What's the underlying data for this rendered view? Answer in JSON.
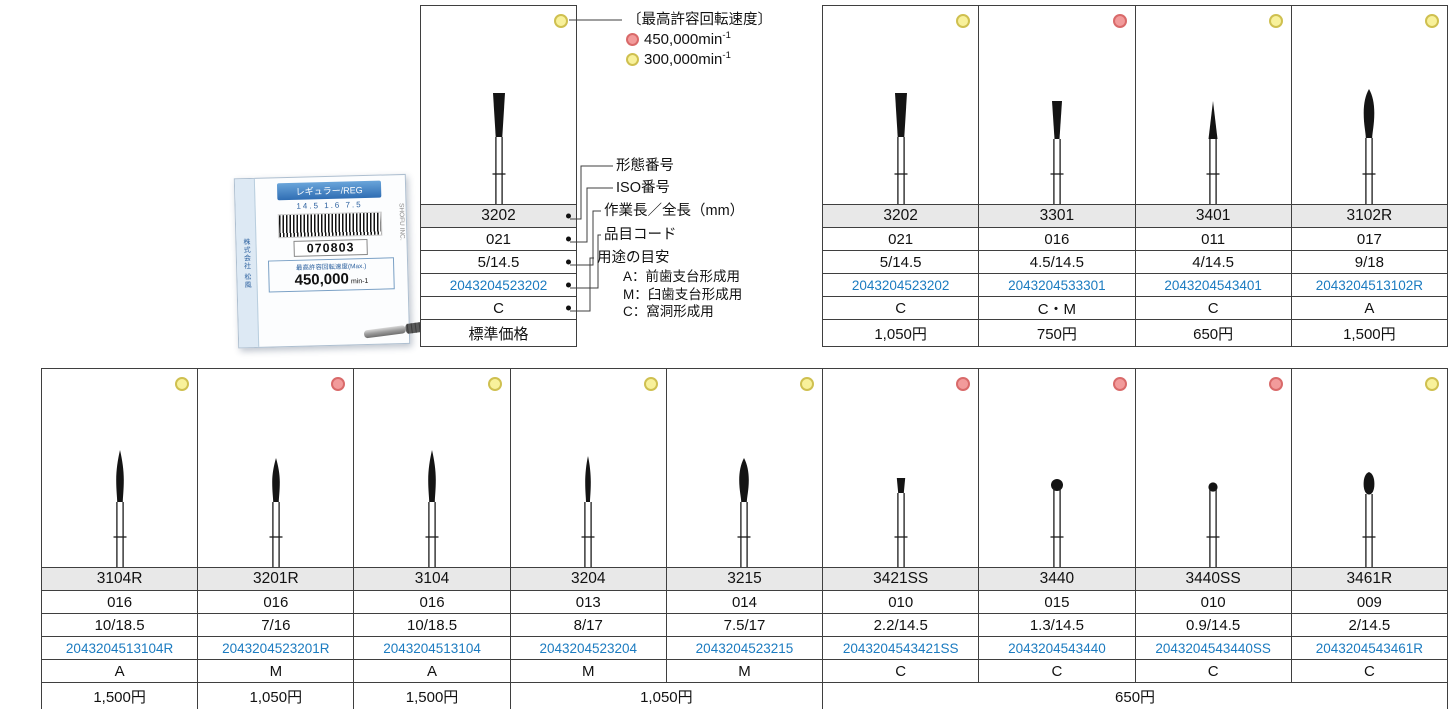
{
  "colors": {
    "red_dot": "#f29b9b",
    "yellow_dot": "#f8f19b",
    "code_blue": "#1b7bc0",
    "name_row_bg": "#e8e8e8"
  },
  "legend": {
    "speed_title": "〔最高許容回転速度〕",
    "speeds": [
      {
        "color": "red",
        "value": "450,000min",
        "exp": "-1"
      },
      {
        "color": "yellow",
        "value": "300,000min",
        "exp": "-1"
      }
    ],
    "labels": {
      "shape_no": "形態番号",
      "iso_no": "ISO番号",
      "length": "作業長／全長（mm）",
      "item_code": "品目コード",
      "usage": "用途の目安"
    },
    "usage_items": [
      "A：前歯支台形成用",
      "M：臼歯支台形成用",
      "C：窩洞形成用"
    ],
    "example": {
      "dot": "yellow",
      "shape": "taper-flat",
      "name": "3202",
      "iso": "021",
      "length": "5/14.5",
      "code": "2043204523202",
      "usage": "C",
      "price_label": "標準価格"
    }
  },
  "package": {
    "series_label": "レギュラー/REG",
    "sizes": "14.5 1.6 7.5",
    "lot": "070803",
    "speed_caption": "最高許容回転速度(Max.)",
    "speed_value": "450,000",
    "speed_unit": "min-1",
    "company": "株式会社 松風",
    "brand": "SHOFU INC."
  },
  "table_top": {
    "columns": [
      {
        "dot": "yellow",
        "shape": "taper-flat",
        "name": "3202",
        "iso": "021",
        "length": "5/14.5",
        "code": "2043204523202",
        "usage": "C",
        "price": "1,050円"
      },
      {
        "dot": "red",
        "shape": "taper-small",
        "name": "3301",
        "iso": "016",
        "length": "4.5/14.5",
        "code": "2043204533301",
        "usage": "C・M",
        "price": "750円"
      },
      {
        "dot": "yellow",
        "shape": "cone",
        "name": "3401",
        "iso": "011",
        "length": "4/14.5",
        "code": "2043204543401",
        "usage": "C",
        "price": "650円"
      },
      {
        "dot": "yellow",
        "shape": "flame-long",
        "name": "3102R",
        "iso": "017",
        "length": "9/18",
        "code": "2043204513102R",
        "usage": "A",
        "price": "1,500円"
      }
    ]
  },
  "table_bottom": {
    "columns": [
      {
        "dot": "yellow",
        "shape": "needle",
        "name": "3104R",
        "iso": "016",
        "length": "10/18.5",
        "code": "2043204513104R",
        "usage": "A"
      },
      {
        "dot": "red",
        "shape": "needle-short",
        "name": "3201R",
        "iso": "016",
        "length": "7/16",
        "code": "2043204523201R",
        "usage": "M"
      },
      {
        "dot": "yellow",
        "shape": "needle",
        "name": "3104",
        "iso": "016",
        "length": "10/18.5",
        "code": "2043204513104",
        "usage": "A"
      },
      {
        "dot": "yellow",
        "shape": "needle-thin",
        "name": "3204",
        "iso": "013",
        "length": "8/17",
        "code": "2043204523204",
        "usage": "M"
      },
      {
        "dot": "yellow",
        "shape": "flame-small",
        "name": "3215",
        "iso": "014",
        "length": "7.5/17",
        "code": "2043204523215",
        "usage": "M"
      },
      {
        "dot": "red",
        "shape": "inverted-cone",
        "name": "3421SS",
        "iso": "010",
        "length": "2.2/14.5",
        "code": "2043204543421SS",
        "usage": "C"
      },
      {
        "dot": "red",
        "shape": "ball",
        "name": "3440",
        "iso": "015",
        "length": "1.3/14.5",
        "code": "2043204543440",
        "usage": "C"
      },
      {
        "dot": "red",
        "shape": "ball-small",
        "name": "3440SS",
        "iso": "010",
        "length": "0.9/14.5",
        "code": "2043204543440SS",
        "usage": "C"
      },
      {
        "dot": "yellow",
        "shape": "pear",
        "name": "3461R",
        "iso": "009",
        "length": "2/14.5",
        "code": "2043204543461R",
        "usage": "C"
      }
    ],
    "prices": [
      {
        "span": 1,
        "label": "1,500円"
      },
      {
        "span": 1,
        "label": "1,050円"
      },
      {
        "span": 1,
        "label": "1,500円"
      },
      {
        "span": 2,
        "label": "1,050円"
      },
      {
        "span": 4,
        "label": "650円"
      }
    ]
  }
}
